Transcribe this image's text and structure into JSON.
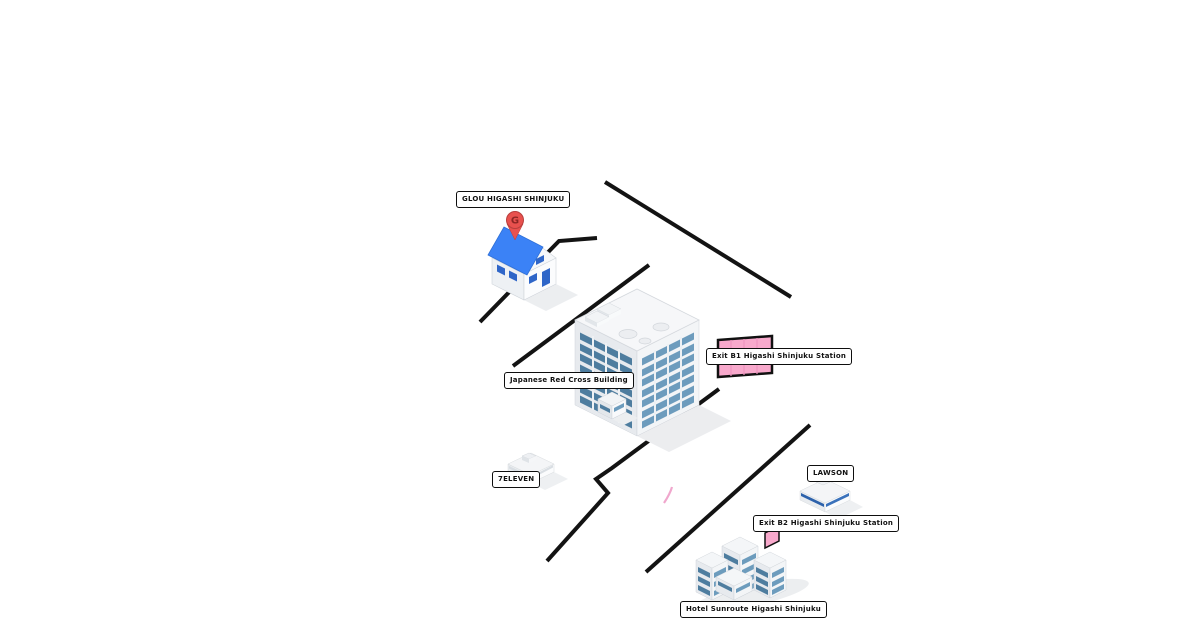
{
  "page": {
    "type": "isometric-access-map",
    "background": "#ffffff"
  },
  "labels": {
    "glou": "GLOU HIGASHI SHINJUKU",
    "red_cross": "Japanese Red Cross Building",
    "exit_b1": "Exit B1 Higashi Shinjuku Station",
    "seven_eleven": "7ELEVEN",
    "lawson": "LAWSON",
    "exit_b2": "Exit B2 Higashi Shinjuku Station",
    "hotel": "Hotel Sunroute Higashi Shinjuku"
  },
  "pin": {
    "letter": "G",
    "color": "#e8514e"
  },
  "colors": {
    "road": "#131313",
    "station_exit_pink": "#f8a9cc",
    "house_roof_blue": "#3b82f6",
    "window_band_dark": "#4e7d9f",
    "window_band_light": "#6d9cbd",
    "lawson_sign_blue": "#2d62ab"
  }
}
